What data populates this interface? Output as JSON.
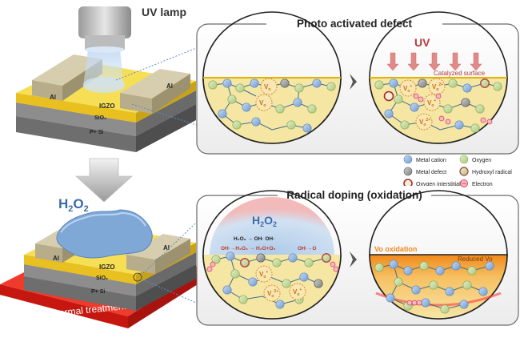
{
  "labels": {
    "uv_lamp": "UV lamp",
    "photo_title": "Photo activated defect",
    "radical_title": "Radical doping (oxidation)",
    "thermal": "Thermal treatment",
    "uv": "UV",
    "catalyzed": "Catalyzed surface",
    "h2o2_main": "H",
    "h2o2_sub2": "2",
    "h2o2_o": "O",
    "vo_oxidation": "Vo oxidation",
    "reduced_vo": "Reduced Vo",
    "vo": "V",
    "vo_sub": "o",
    "vo_plus": "+",
    "vo_2plus": "2+"
  },
  "device_top": {
    "al_left": "Al",
    "al_right": "Al",
    "igzo": "IGZO",
    "sio2": "SiO₂",
    "psi": "P+ Si"
  },
  "device_bottom": {
    "al_left": "Al",
    "al_right": "Al",
    "igzo": "IGZO",
    "sio2": "SiO₂",
    "psi": "P+ Si"
  },
  "legend": {
    "metal_cation": "Metal cation",
    "oxygen": "Oxygen",
    "metal_defect": "Metal defect",
    "hydroxyl": "Hydroxyl radical",
    "oxygen_interstitial": "Oxygen interstitial",
    "electron": "Electron"
  },
  "reactions": {
    "line1": "H₂O₂ → OH· OH·",
    "line2": "OH·→H₂O₂ → H₂O+O₂",
    "line3": "OH·→O"
  },
  "colors": {
    "igzo": "#f5d840",
    "film": "#f4e6a0",
    "metal_cation": "#8fb5e0",
    "metal_defect": "#8c8c8c",
    "oxygen": "#c6dc9a",
    "hydroxyl": "#c6dc9a",
    "interstitial": "#a32a2a",
    "electron": "#e0607a",
    "thermal": "#e8251f",
    "oxidation": "#f28a1e"
  }
}
